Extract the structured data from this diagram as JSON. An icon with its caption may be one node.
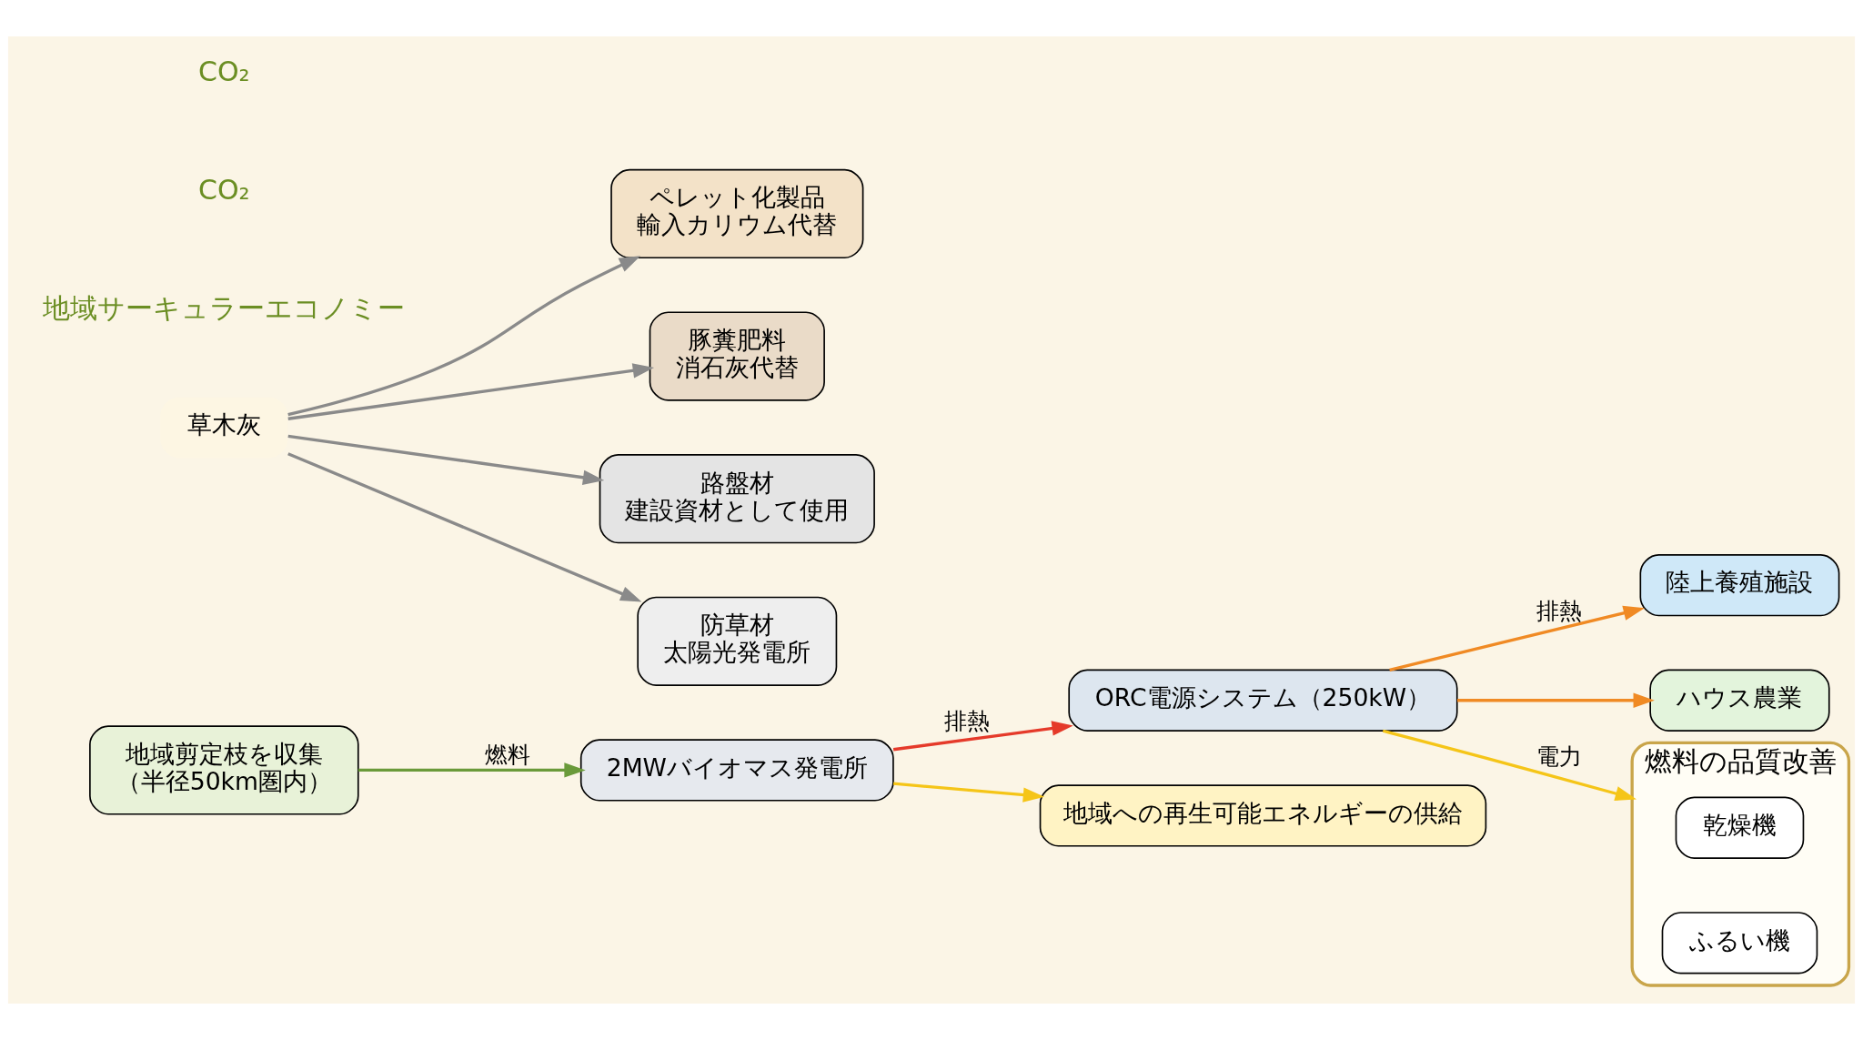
{
  "diagram": {
    "nodes": [
      {
        "text": [
          "地域剪定枝を収集",
          "（半径50km圏内）"
        ]
      },
      {
        "text": [
          "2MWバイオマス発電所"
        ]
      },
      {
        "text": [
          "ORC電源システム（250kW）"
        ]
      },
      {
        "text": [
          "陸上養殖施設"
        ]
      },
      {
        "text": [
          "ハウス農業"
        ]
      },
      {
        "text": [
          "燃料の品質改善"
        ]
      },
      {
        "text": [
          "乾燥機"
        ],
        "in": 5
      },
      {
        "text": [
          "ふるい機"
        ],
        "in": 5
      },
      {
        "text": [
          "地域への再生可能エネルギーの供給"
        ]
      },
      {
        "text": [
          "草木灰"
        ]
      },
      {
        "text": [
          "ペレット化製品",
          "輸入カリウム代替"
        ]
      },
      {
        "text": [
          "豚糞肥料",
          "消石灰代替"
        ]
      },
      {
        "text": [
          "路盤材",
          "建設資材として使用"
        ]
      },
      {
        "text": [
          "防草材",
          "太陽光発電所"
        ]
      }
    ],
    "edges": [
      {
        "from": 0,
        "to": 1,
        "arrow": "to",
        "label": "燃料",
        "color": "#6a9a3a"
      },
      {
        "from": 1,
        "to": 2,
        "arrow": "to",
        "label": "排熱",
        "color": "#e53a2a"
      },
      {
        "from": 2,
        "to": 3,
        "arrow": "to",
        "label": "排熱",
        "color": "#f08a24"
      },
      {
        "from": 2,
        "to": 4,
        "arrow": "to",
        "color": "#f08a24"
      },
      {
        "from": 2,
        "to": 5,
        "arrow": "to",
        "label": "電力",
        "color": "#f5c518"
      },
      {
        "from": 1,
        "to": 8,
        "arrow": "to",
        "color": "#f5c518"
      },
      {
        "from": 9,
        "to": 10,
        "arrow": "to"
      },
      {
        "from": 9,
        "to": 11,
        "arrow": "to"
      },
      {
        "from": 9,
        "to": 12,
        "arrow": "to"
      },
      {
        "from": 9,
        "to": 13,
        "arrow": "to"
      }
    ],
    "labels": [
      "地域サーキュラーエコノミー",
      "CO₂",
      "CO₂"
    ]
  }
}
